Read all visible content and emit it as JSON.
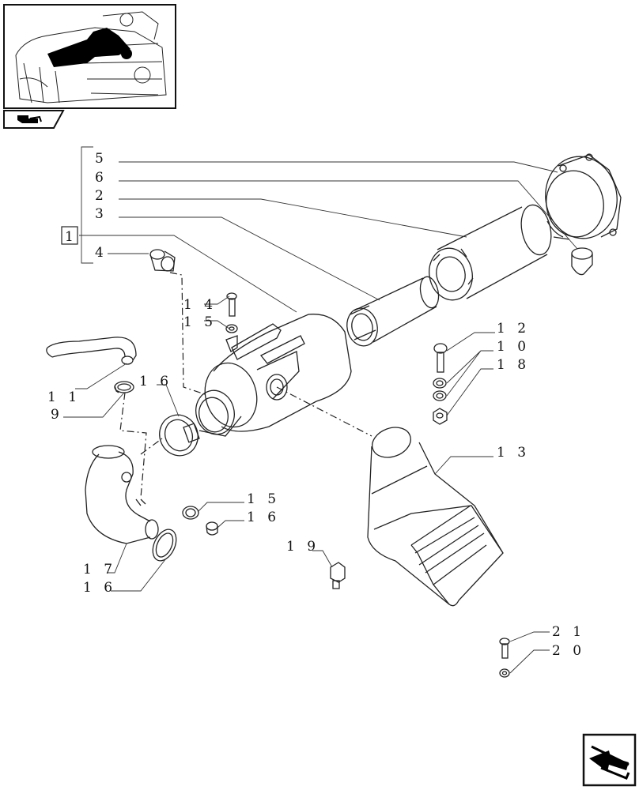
{
  "callouts": {
    "c1": "1",
    "c2": "2",
    "c3": "3",
    "c4": "4",
    "c5": "5",
    "c6": "6",
    "c9": "9",
    "c10": "1 0",
    "c11": "1 1",
    "c12": "1 2",
    "c13": "1 3",
    "c14": "1 4",
    "c15a": "1 5",
    "c15b": "1 5",
    "c16a": "1 6",
    "c16b": "1 6",
    "c16c": "1 6",
    "c17": "1 7",
    "c18": "1 8",
    "c19": "1 9",
    "c20": "2 0",
    "c21": "2 1"
  },
  "icons": {
    "thumbnail": "engine-location-thumbnail",
    "book_icon": "catalogue-book-icon",
    "nav_icon": "next-page-arrow-icon"
  }
}
